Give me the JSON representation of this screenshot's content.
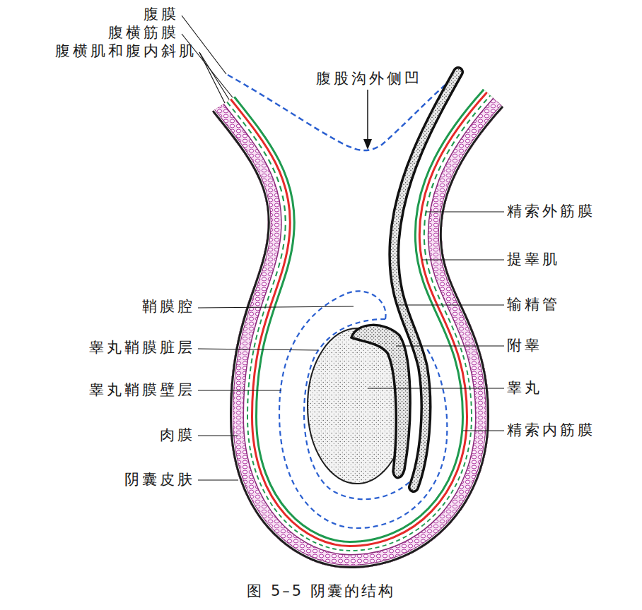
{
  "diagram": {
    "caption": "图 5–5 阴囊的结构",
    "labels": [
      "腹膜",
      "腹横筋膜",
      "腹横肌和腹内斜肌",
      "腹股沟外侧凹",
      "精索外筋膜",
      "提睾肌",
      "输精管",
      "鞘膜腔",
      "附睾",
      "睾丸鞘膜脏层",
      "睾丸",
      "睾丸鞘膜壁层",
      "精索内筋膜",
      "肉膜",
      "阴囊皮肤"
    ]
  }
}
